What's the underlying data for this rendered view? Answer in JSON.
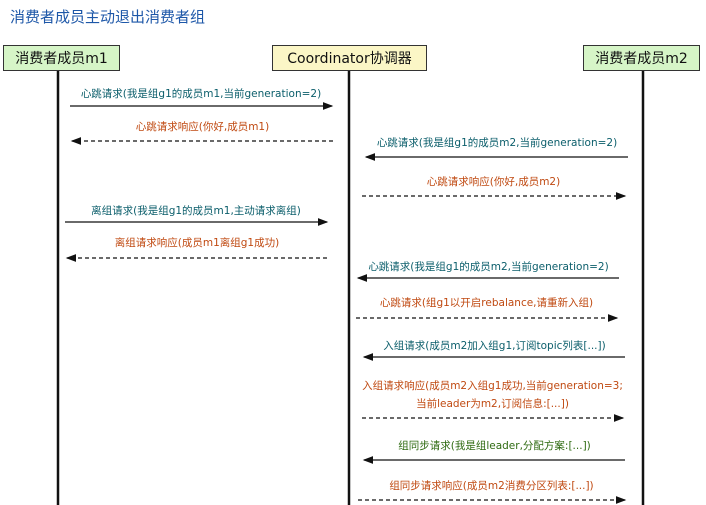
{
  "title": "消费者成员主动退出消费者组",
  "actors": {
    "m1": "消费者成员m1",
    "coordinator": "Coordinator协调器",
    "m2": "消费者成员m2"
  },
  "colors": {
    "request": "#0b5e6b",
    "response": "#c04a12",
    "sync": "#2f6b12",
    "title": "#1d57a8",
    "actor_green": "#d6f5c7",
    "actor_yellow": "#fbf6c6"
  },
  "messages": [
    {
      "from": "m1",
      "to": "coordinator",
      "style": "solid",
      "color": "request",
      "lines": [
        "心跳请求(我是组g1的成员m1,当前generation=2)"
      ]
    },
    {
      "from": "coordinator",
      "to": "m1",
      "style": "dashed",
      "color": "response",
      "lines": [
        "心跳请求响应(你好,成员m1)"
      ]
    },
    {
      "from": "m2",
      "to": "coordinator",
      "style": "solid",
      "color": "request",
      "lines": [
        "心跳请求(我是组g1的成员m2,当前generation=2)"
      ]
    },
    {
      "from": "coordinator",
      "to": "m2",
      "style": "dashed",
      "color": "response",
      "lines": [
        "心跳请求响应(你好,成员m2)"
      ]
    },
    {
      "from": "m1",
      "to": "coordinator",
      "style": "solid",
      "color": "request",
      "lines": [
        "离组请求(我是组g1的成员m1,主动请求离组)"
      ]
    },
    {
      "from": "coordinator",
      "to": "m1",
      "style": "dashed",
      "color": "response",
      "lines": [
        "离组请求响应(成员m1离组g1成功)"
      ]
    },
    {
      "from": "m2",
      "to": "coordinator",
      "style": "solid",
      "color": "request",
      "lines": [
        "心跳请求(我是组g1的成员m2,当前generation=2)"
      ]
    },
    {
      "from": "coordinator",
      "to": "m2",
      "style": "dashed",
      "color": "response",
      "lines": [
        "心跳请求(组g1以开启rebalance,请重新入组)"
      ]
    },
    {
      "from": "m2",
      "to": "coordinator",
      "style": "solid",
      "color": "request",
      "lines": [
        "入组请求(成员m2加入组g1,订阅topic列表[...])"
      ]
    },
    {
      "from": "coordinator",
      "to": "m2",
      "style": "dashed",
      "color": "response",
      "lines": [
        "入组请求响应(成员m2入组g1成功,当前generation=3;",
        "当前leader为m2,订阅信息:[...])"
      ]
    },
    {
      "from": "m2",
      "to": "coordinator",
      "style": "solid",
      "color": "sync",
      "lines": [
        "组同步请求(我是组leader,分配方案:[...])"
      ]
    },
    {
      "from": "coordinator",
      "to": "m2",
      "style": "dashed",
      "color": "response",
      "lines": [
        "组同步请求响应(成员m2消费分区列表:[...])"
      ]
    }
  ]
}
